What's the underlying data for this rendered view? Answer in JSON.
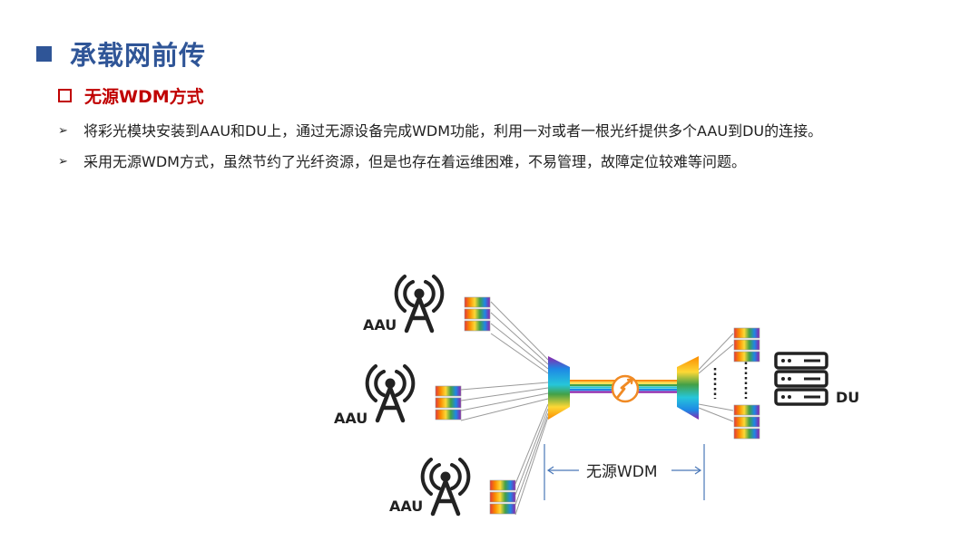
{
  "header": {
    "title": "承载网前传",
    "subtitle": "无源WDM方式"
  },
  "bullets": [
    {
      "marker": "➢",
      "text": "将彩光模块安装到AAU和DU上，通过无源设备完成WDM功能，利用一对或者一根光纤提供多个AAU到DU的连接。"
    },
    {
      "marker": "➢",
      "text": "采用无源WDM方式，虽然节约了光纤资源，但是也存在着运维困难，不易管理，故障定位较难等问题。"
    }
  ],
  "diagram": {
    "aau_labels": [
      "AAU",
      "AAU",
      "AAU"
    ],
    "du_label": "DU",
    "wdm_span_label": "无源WDM",
    "colors": {
      "title": "#2f5597",
      "subtitle": "#c00000",
      "fiber_break": "#f08a24",
      "span_arrow": "#4a78b8",
      "tower": "#222222",
      "fiber": "#9a9a9a"
    }
  }
}
